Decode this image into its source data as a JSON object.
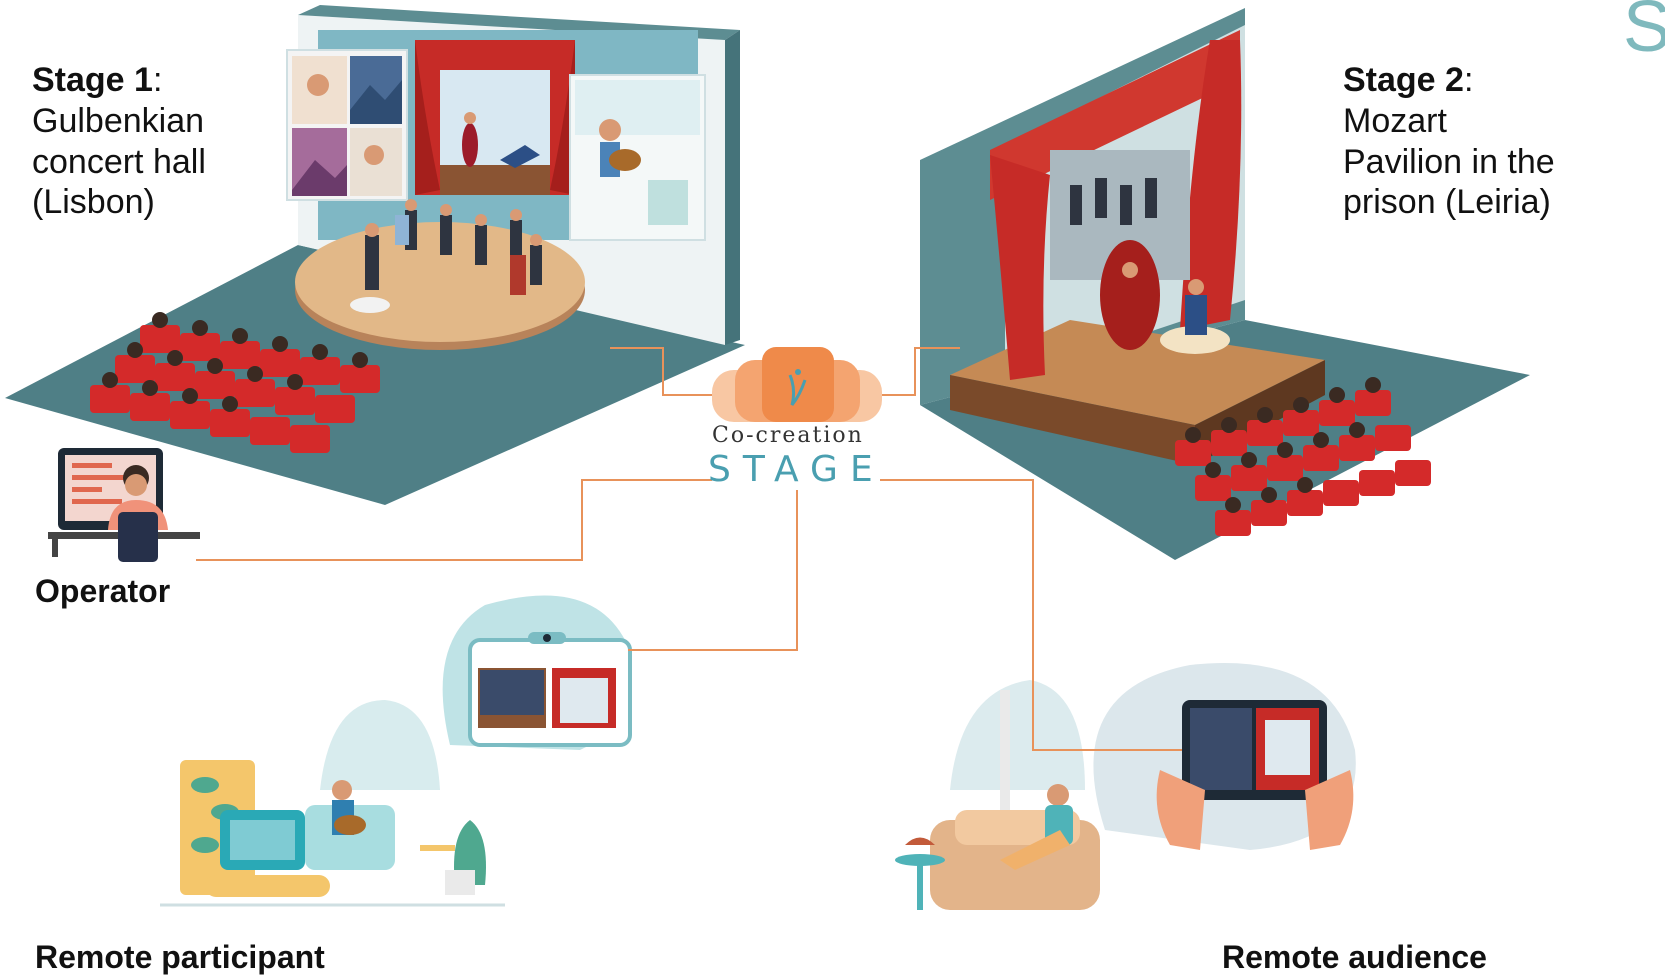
{
  "stage1": {
    "title": "Stage 1",
    "line1": "Gulbenkian",
    "line2": "concert hall",
    "line3": "(Lisbon)"
  },
  "stage2": {
    "title": "Stage 2",
    "line1": "Mozart",
    "line2": "Pavilion in the",
    "line3": "prison (Leiria)"
  },
  "logo": {
    "line1": "Co-creation",
    "line2": "STAGE"
  },
  "nodes": {
    "operator": "Operator",
    "remote_participant": "Remote participant",
    "remote_audience": "Remote audience"
  },
  "corner_fragment": "S",
  "colors": {
    "connector": "#e8925a",
    "floor": "#4f7f86",
    "curtain": "#c62b27",
    "seat": "#d42a2a",
    "wood": "#8a5433",
    "logo_orange": "#ef8a4a",
    "logo_teal": "#4a9fb0"
  }
}
